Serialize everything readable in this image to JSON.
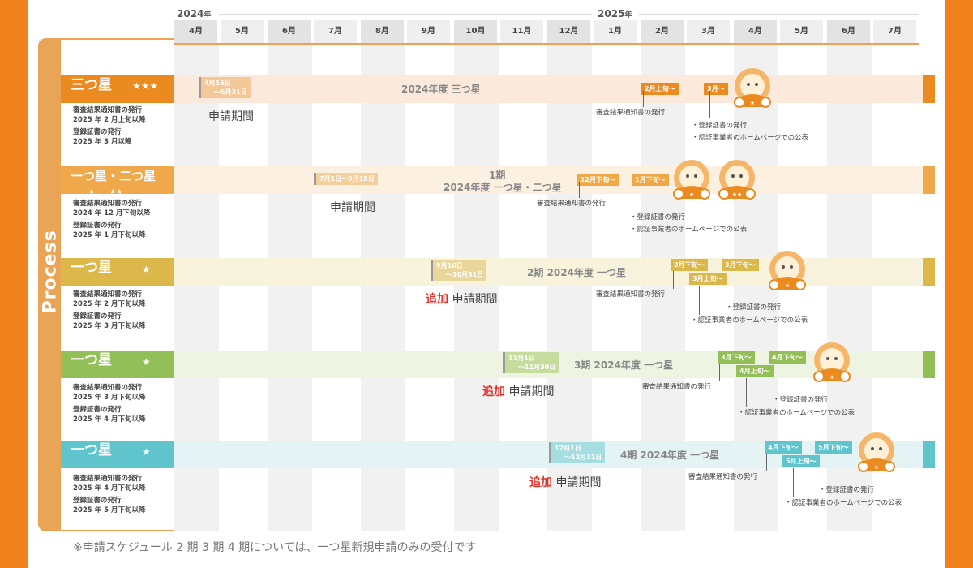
{
  "years": [
    {
      "label": "2024",
      "suffix": "年"
    },
    {
      "label": "2025",
      "suffix": "年"
    }
  ],
  "months": [
    "4月",
    "5月",
    "6月",
    "7月",
    "8月",
    "9月",
    "10月",
    "11月",
    "12月",
    "1月",
    "2月",
    "3月",
    "4月",
    "5月",
    "6月",
    "7月"
  ],
  "process_label": "Process",
  "stages": [
    {
      "label": "三つ星",
      "stars": "★★★",
      "period": [
        "4月16日",
        "～5月31日"
      ],
      "band_title": "2024年度 三つ星",
      "tags": [
        "2月上旬～",
        "3月～"
      ],
      "info": [
        "審査結果通知書の発行",
        "2025 年 2 月上旬以降",
        "登録証書の発行",
        "2025 年 3 月以降"
      ],
      "apply_prefix": "",
      "apply": "申請期間",
      "notes": [
        "審査結果通知書の発行",
        "・登録証書の発行",
        "・認証事業者のホームページでの公表"
      ],
      "color": "#ea8a1f"
    },
    {
      "label": "一つ星・二つ星",
      "stars": "★　　★★",
      "period": [
        "7月1日～9月15日"
      ],
      "band_title": "1期",
      "band_title2": "2024年度 一つ星・二つ星",
      "tags": [
        "12月下旬～",
        "1月下旬～"
      ],
      "info": [
        "審査結果通知書の発行",
        "2024 年 12 月下旬以降",
        "登録証書の発行",
        "2025 年 1 月下旬以降"
      ],
      "apply_prefix": "",
      "apply": "申請期間",
      "notes": [
        "審査結果通知書の発行",
        "・登録証書の発行",
        "・認証事業者のホームページでの公表"
      ],
      "color": "#f0a94a"
    },
    {
      "label": "一つ星",
      "stars": "★",
      "period": [
        "9月16日",
        "～10月31日"
      ],
      "band_title": "2期 2024年度 一つ星",
      "tags": [
        "2月下旬～",
        "3月下旬～",
        "3月上旬～"
      ],
      "info": [
        "審査結果通知書の発行",
        "2025 年 2 月下旬以降",
        "登録証書の発行",
        "2025 年 3 月下旬以降"
      ],
      "apply_prefix": "追加",
      "apply": "申請期間",
      "notes": [
        "審査結果通知書の発行",
        "・登録証書の発行",
        "・認証事業者のホームページでの公表"
      ],
      "color": "#dcb84a"
    },
    {
      "label": "一つ星",
      "stars": "★",
      "period": [
        "11月1日",
        "～11月30日"
      ],
      "band_title": "3期 2024年度 一つ星",
      "tags": [
        "3月下旬～",
        "4月下旬～",
        "4月上旬～"
      ],
      "info": [
        "審査結果通知書の発行",
        "2025 年 3 月下旬以降",
        "登録証書の発行",
        "2025 年 4 月下旬以降"
      ],
      "apply_prefix": "追加",
      "apply": "申請期間",
      "notes": [
        "審査結果通知書の発行",
        "・登録証書の発行",
        "・認証事業者のホームページでの公表"
      ],
      "color": "#93bf58"
    },
    {
      "label": "一つ星",
      "stars": "★",
      "period": [
        "12月1日",
        "～12月31日"
      ],
      "band_title": "4期 2024年度 一つ星",
      "tags": [
        "4月下旬～",
        "5月下旬～",
        "5月上旬～"
      ],
      "info": [
        "審査結果通知書の発行",
        "2025 年 4 月下旬以降",
        "登録証書の発行",
        "2025 年 5 月下旬以降"
      ],
      "apply_prefix": "追加",
      "apply": "申請期間",
      "notes": [
        "審査結果通知書の発行",
        "・登録証書の発行",
        "・認証事業者のホームページでの公表"
      ],
      "color": "#5fc4cc"
    }
  ],
  "footnote": "※申請スケジュール 2 期 3 期 4 期については、一つ星新規申請のみの受付です"
}
